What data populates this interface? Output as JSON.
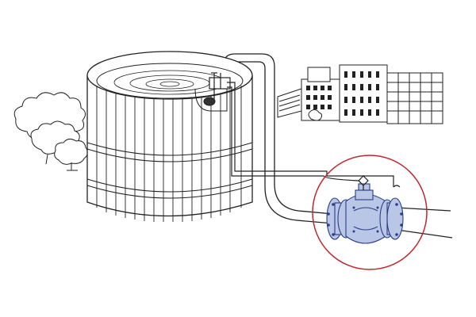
{
  "diagram": {
    "components": [
      {
        "id": "trees",
        "icon": "tree-cluster-icon"
      },
      {
        "id": "storage-tank",
        "icon": "water-tank-icon"
      },
      {
        "id": "float-switch",
        "icon": "float-pilot-icon"
      },
      {
        "id": "buildings",
        "icon": "city-buildings-icon"
      },
      {
        "id": "control-valve",
        "icon": "globe-valve-icon"
      }
    ],
    "connections": [
      {
        "from": "storage-tank",
        "to": "control-valve",
        "kind": "main-pipe"
      },
      {
        "from": "float-switch",
        "to": "control-valve",
        "kind": "pilot-tube"
      },
      {
        "from": "control-valve",
        "to": "buildings",
        "kind": "supply-pipe"
      }
    ]
  },
  "colors": {
    "line": "#222222",
    "highlight_circle": "#c0272d",
    "valve_fill": "#b9c6e6",
    "valve_stroke": "#2c3e86",
    "background": "#ffffff"
  }
}
